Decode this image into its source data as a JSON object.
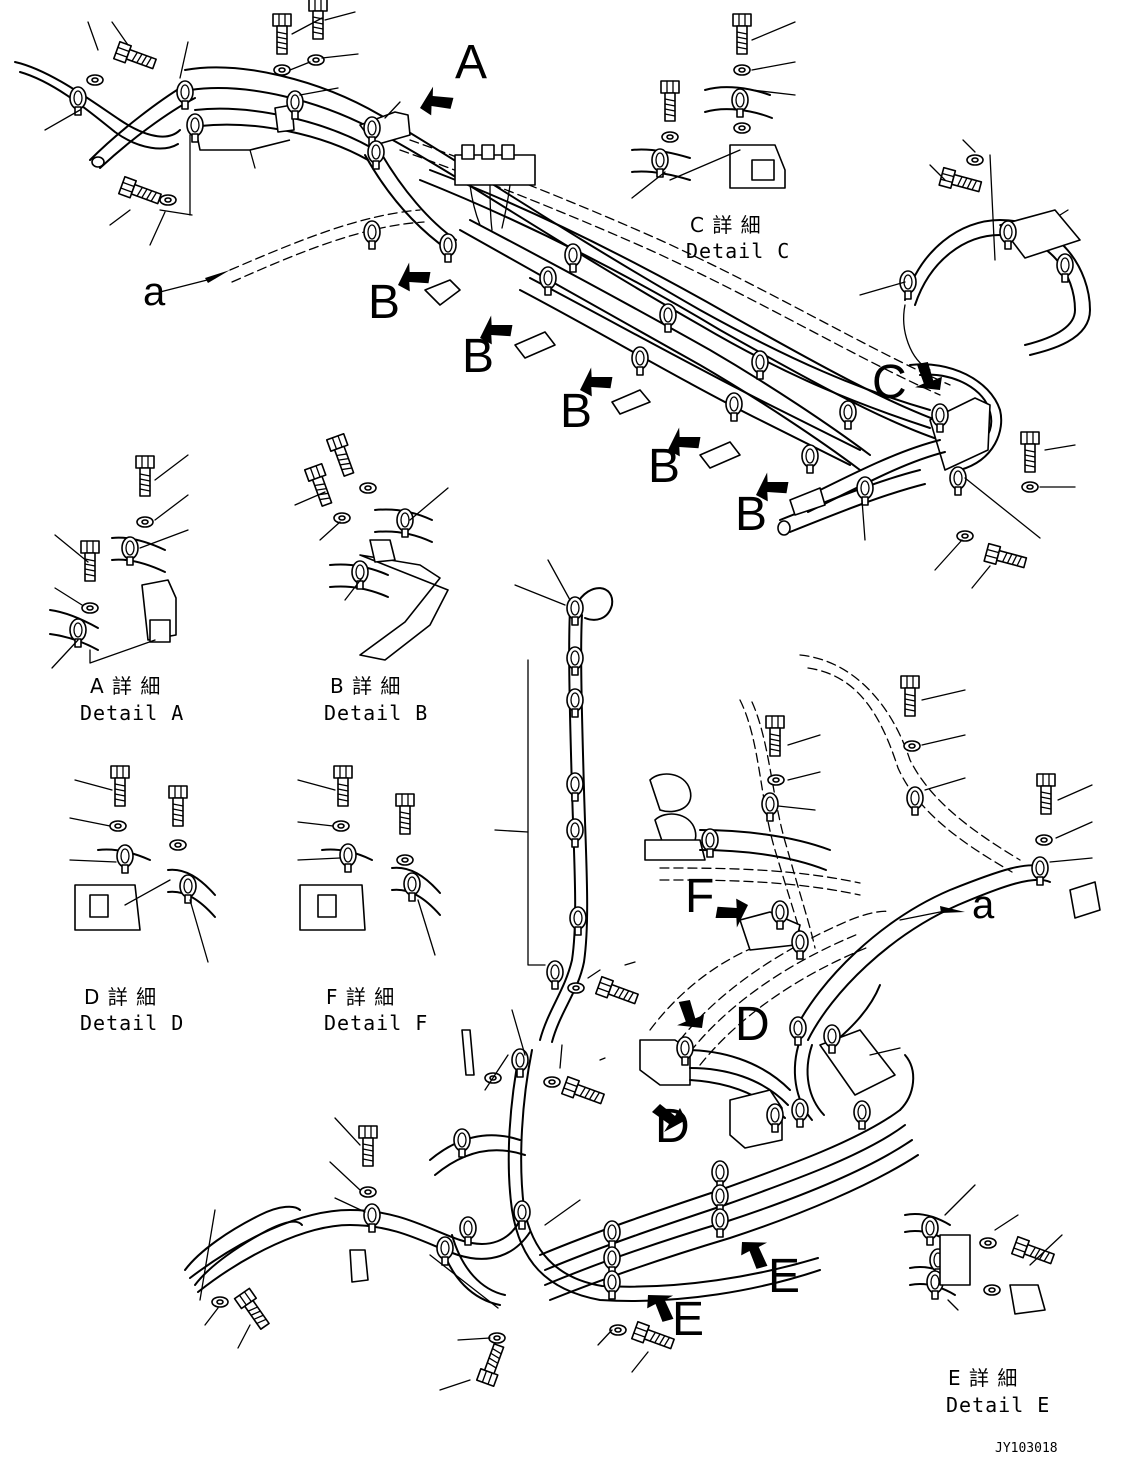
{
  "callouts": {
    "view_A": "A",
    "view_B": "B",
    "view_C": "C",
    "view_D": "D",
    "view_E": "E",
    "view_F": "F",
    "connection_a": "a"
  },
  "details": {
    "A": {
      "jp": "A 詳 細",
      "en": "Detail A"
    },
    "B": {
      "jp": "B 詳 細",
      "en": "Detail B"
    },
    "C": {
      "jp": "C 詳 細",
      "en": "Detail C"
    },
    "D": {
      "jp": "D 詳 細",
      "en": "Detail D"
    },
    "E": {
      "jp": "E 詳 細",
      "en": "Detail E"
    },
    "F": {
      "jp": "F 詳 細",
      "en": "Detail F"
    }
  },
  "drawing_code": "JY103018",
  "icons": {
    "bolt": "bolt-icon",
    "washer": "washer-icon",
    "clamp": "clamp-icon",
    "arrow": "view-arrow-icon"
  }
}
